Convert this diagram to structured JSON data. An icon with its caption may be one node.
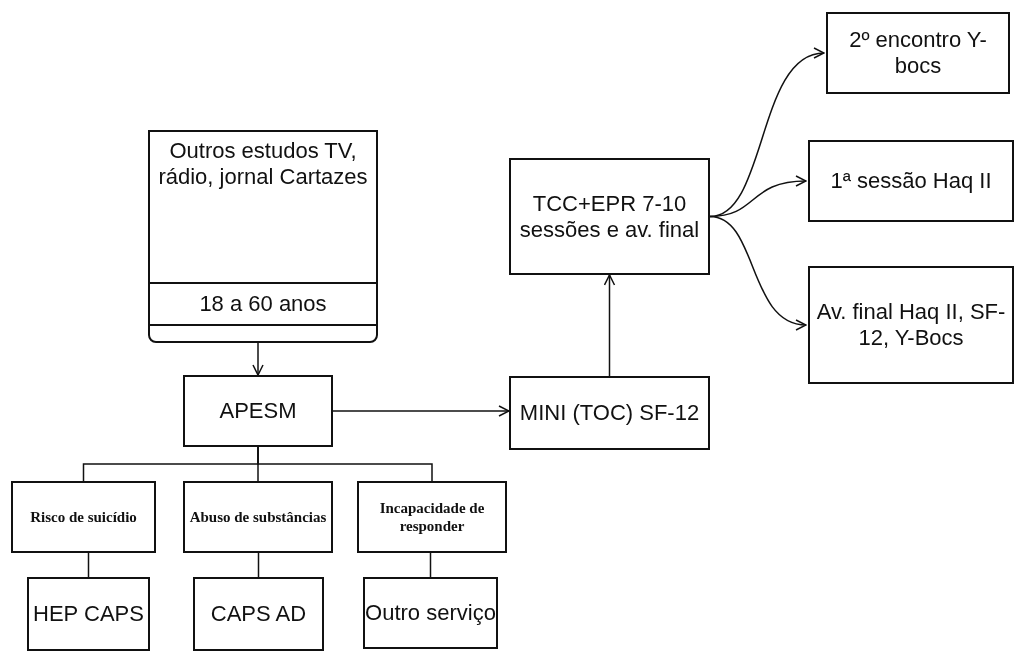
{
  "diagram": {
    "nodes": [
      {
        "text": [
          "Outros estudos TV, rádio, jornal Cartazes",
          "18 a 60 anos"
        ]
      },
      {
        "text": [
          "TCC+EPR 7-10 sessões e av. final"
        ]
      },
      {
        "text": [
          "2º encontro Y-bocs"
        ]
      },
      {
        "text": [
          "1ª sessão Haq II"
        ]
      },
      {
        "text": [
          "Av. final Haq II, SF-12, Y-Bocs"
        ]
      },
      {
        "text": [
          "APESM"
        ]
      },
      {
        "text": [
          "MINI  (TOC) SF-12"
        ]
      },
      {
        "text": [
          "Risco de suicídio"
        ]
      },
      {
        "text": [
          "Abuso de substâncias"
        ]
      },
      {
        "text": [
          "Incapacidade de responder"
        ]
      },
      {
        "text": [
          "HEP CAPS"
        ]
      },
      {
        "text": [
          "CAPS AD"
        ]
      },
      {
        "text": [
          "Outro serviço"
        ]
      }
    ],
    "edges": [
      {
        "from": 0,
        "to": 5,
        "arrow": "to"
      },
      {
        "from": 5,
        "to": 6,
        "arrow": "to"
      },
      {
        "from": 6,
        "to": 1,
        "arrow": "to"
      },
      {
        "from": 1,
        "to": 2,
        "arrow": "to"
      },
      {
        "from": 1,
        "to": 3,
        "arrow": "to"
      },
      {
        "from": 1,
        "to": 4,
        "arrow": "to"
      },
      {
        "from": 5,
        "to": 7,
        "arrow": "none"
      },
      {
        "from": 5,
        "to": 8,
        "arrow": "none"
      },
      {
        "from": 5,
        "to": 9,
        "arrow": "none"
      },
      {
        "from": 7,
        "to": 10,
        "arrow": "none"
      },
      {
        "from": 8,
        "to": 11,
        "arrow": "none"
      },
      {
        "from": 9,
        "to": 12,
        "arrow": "none"
      }
    ]
  }
}
